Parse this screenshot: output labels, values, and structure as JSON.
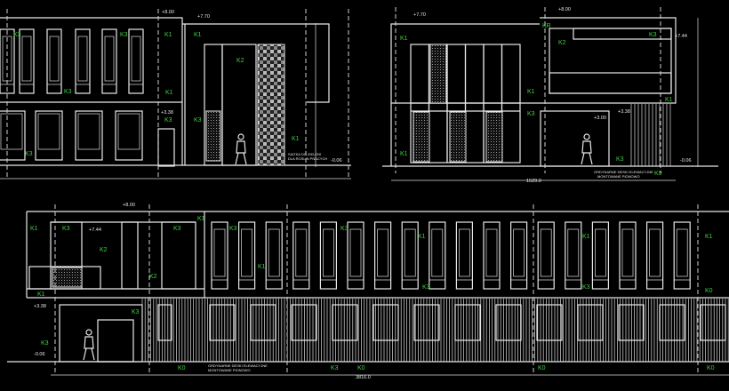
{
  "codes": {
    "k0": "K0",
    "k1": "K1",
    "k2": "K2",
    "k3": "K3",
    "kr": "KR"
  },
  "levels": {
    "top": "+8.00",
    "parapet": "+7.70",
    "balcony": "+7.44",
    "first_floor": "+3.38",
    "canopy": "+3.00",
    "ground": "-0.06"
  },
  "dimensions": {
    "front_width": "1529.0",
    "side_length": "3816.0"
  },
  "notes": {
    "cladding_line1": "ORDYNARNE DESKI ELEWACYJNE",
    "cladding_line2": "MONTOWANE PIONOWO",
    "green_line1": "SIATKA DO ZIELENI",
    "green_line2": "DLA ROSLIN PNACYCH"
  },
  "colors": {
    "background": "#000000",
    "lines": "#e8e8e8",
    "codes": "#3fcf3f"
  }
}
